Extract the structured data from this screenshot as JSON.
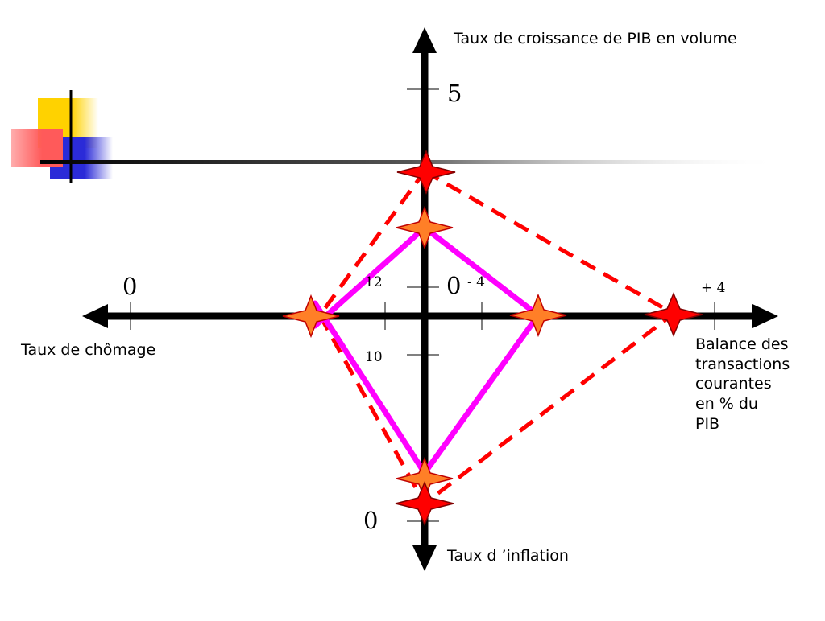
{
  "labels": {
    "y_top": "Taux de croissance de PIB en volume",
    "x_left": "Taux de chômage",
    "x_right": "Balance des\ntransactions\ncourantes\nen % du\nPIB",
    "y_bottom": "Taux d ’inflation"
  },
  "ticks": {
    "growth_max": "5",
    "growth_zero": "0",
    "unemployment_zero": "0",
    "unemployment_12": "12",
    "unemployment_10": "10",
    "balance_minus": "- 4",
    "balance_plus": "+ 4",
    "inflation_zero": "0"
  },
  "colors": {
    "axis": "#000000",
    "solid_polygon": "#ff00ff",
    "dashed_polygon": "#ff0000",
    "star_orange": "#ff7f27",
    "star_red": "#ff0000",
    "deco_yellow": "#ffd200",
    "deco_red": "#ff5a5a",
    "deco_blue": "#2b2bd8"
  }
}
